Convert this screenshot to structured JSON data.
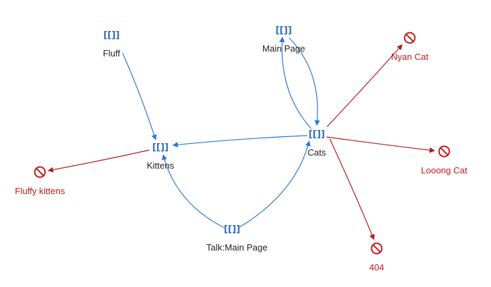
{
  "colors": {
    "existing_edge": "#2a78d6",
    "missing_edge": "#b31c1c",
    "existing_icon": "#2d6cc0",
    "missing_icon": "#c41a1a",
    "existing_label": "#222222",
    "missing_label": "#c41a1a"
  },
  "icons": {
    "page_glyph": "[[]]",
    "page_icon": "wikilink-icon",
    "missing_icon": "no-entry-icon"
  },
  "nodes": [
    {
      "id": "fluff",
      "label": "Fluff",
      "kind": "page"
    },
    {
      "id": "mainpage",
      "label": "Main Page",
      "kind": "page"
    },
    {
      "id": "nyancat",
      "label": "Nyan Cat",
      "kind": "missing"
    },
    {
      "id": "kittens",
      "label": "Kittens",
      "kind": "page"
    },
    {
      "id": "cats",
      "label": "Cats",
      "kind": "page"
    },
    {
      "id": "looongcat",
      "label": "Looong Cat",
      "kind": "missing"
    },
    {
      "id": "fluffykittens",
      "label": "Fluffy kittens",
      "kind": "missing"
    },
    {
      "id": "talkmainpage",
      "label": "Talk:Main Page",
      "kind": "page"
    },
    {
      "id": "e404",
      "label": "404",
      "kind": "missing"
    }
  ],
  "edges": [
    {
      "from": "fluff",
      "to": "kittens"
    },
    {
      "from": "cats",
      "to": "kittens"
    },
    {
      "from": "talkmainpage",
      "to": "kittens"
    },
    {
      "from": "talkmainpage",
      "to": "cats"
    },
    {
      "from": "mainpage",
      "to": "cats"
    },
    {
      "from": "cats",
      "to": "mainpage"
    },
    {
      "from": "kittens",
      "to": "fluffykittens"
    },
    {
      "from": "cats",
      "to": "nyancat"
    },
    {
      "from": "cats",
      "to": "looongcat"
    },
    {
      "from": "cats",
      "to": "e404"
    }
  ]
}
